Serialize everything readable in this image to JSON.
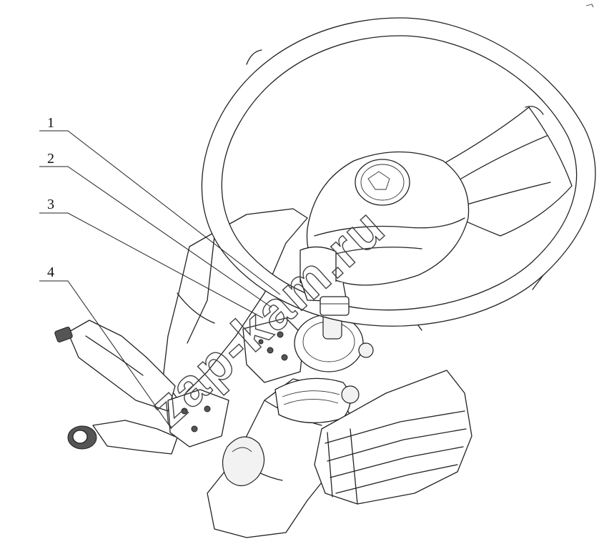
{
  "callouts": [
    {
      "id": "1",
      "label": "1"
    },
    {
      "id": "2",
      "label": "2"
    },
    {
      "id": "3",
      "label": "3"
    },
    {
      "id": "4",
      "label": "4"
    }
  ],
  "watermark": "zap-kam.ru"
}
